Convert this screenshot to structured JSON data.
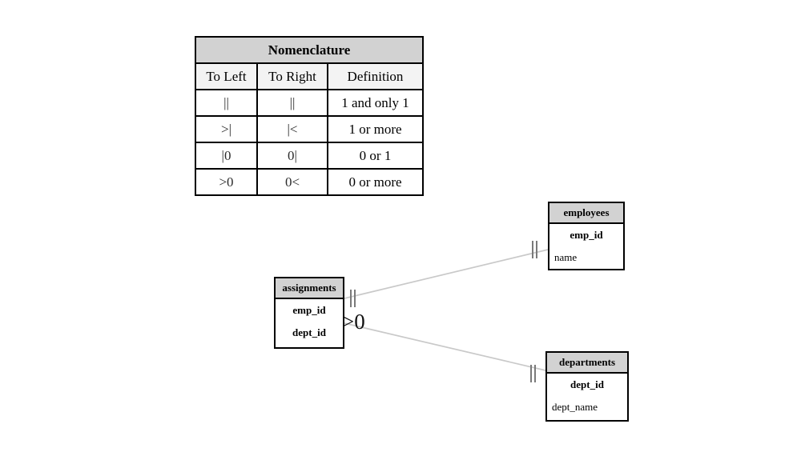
{
  "legend": {
    "title": "Nomenclature",
    "columns": {
      "to_left": "To Left",
      "to_right": "To Right",
      "definition": "Definition"
    },
    "rows": [
      {
        "to_left": "||",
        "to_right": "||",
        "definition": "1 and only 1"
      },
      {
        "to_left": ">|",
        "to_right": "|<",
        "definition": "1 or more"
      },
      {
        "to_left": "|0",
        "to_right": "0|",
        "definition": "0 or 1"
      },
      {
        "to_left": ">0",
        "to_right": "0<",
        "definition": "0 or more"
      }
    ]
  },
  "entities": {
    "employees": {
      "title": "employees",
      "fields": [
        {
          "name": "emp_id",
          "key": true
        },
        {
          "name": "name",
          "key": false
        }
      ]
    },
    "assignments": {
      "title": "assignments",
      "fields": [
        {
          "name": "emp_id",
          "key": true
        },
        {
          "name": "dept_id",
          "key": true
        }
      ]
    },
    "departments": {
      "title": "departments",
      "fields": [
        {
          "name": "dept_id",
          "key": true
        },
        {
          "name": "dept_name",
          "key": false
        }
      ]
    }
  },
  "relationships": [
    {
      "from": "assignments",
      "to": "employees",
      "from_marker": "||",
      "to_marker": "||"
    },
    {
      "from": "assignments",
      "to": "departments",
      "from_marker": ">0",
      "to_marker": "||"
    }
  ],
  "colors": {
    "entity_header_bg": "#d2d2d2",
    "legend_title_bg": "#d2d2d2",
    "legend_colhead_bg": "#f3f3f3",
    "border": "#000000",
    "line": "#c9c9c9",
    "marker": "#7a7a7a"
  }
}
